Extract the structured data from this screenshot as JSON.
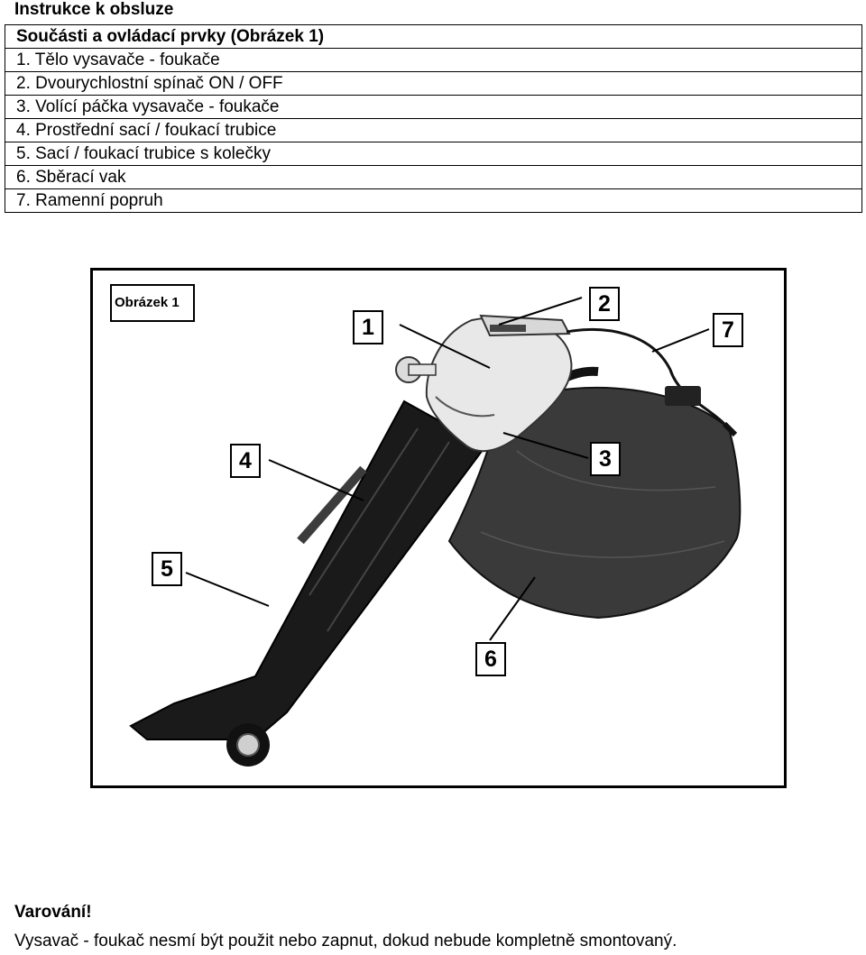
{
  "heading": "Instrukce k obsluze",
  "parts_table": {
    "header": "Součásti a ovládací prvky (Obrázek 1)",
    "items": [
      "1. Tělo vysavače - foukače",
      "2. Dvourychlostní spínač ON / OFF",
      "3. Volící páčka vysavače - foukače",
      "4. Prostřední sací / foukací trubice",
      "5. Sací / foukací trubice s kolečky",
      "6. Sběrací vak",
      "7. Ramenní popruh"
    ]
  },
  "figure": {
    "label": "Obrázek 1",
    "callouts": [
      "1",
      "2",
      "3",
      "4",
      "5",
      "6",
      "7"
    ],
    "colors": {
      "tube": "#1a1a1a",
      "bag": "#3a3a3a",
      "body": "#e8e8e8"
    }
  },
  "warning": {
    "title": "Varování!",
    "text": "Vysavač - foukač nesmí být použit nebo zapnut, dokud nebude kompletně smontovaný."
  }
}
